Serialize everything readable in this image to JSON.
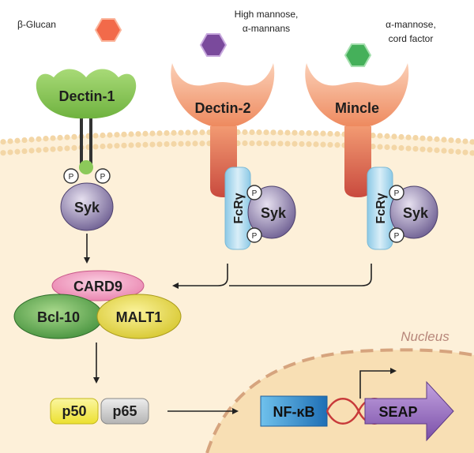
{
  "ligands": {
    "beta_glucan": "β-Glucan",
    "high_mannose_line1": "High mannose,",
    "high_mannose_line2": "α-mannans",
    "alpha_mannose_line1": "α-mannose,",
    "alpha_mannose_line2": "cord factor"
  },
  "receptors": {
    "dectin1": "Dectin-1",
    "dectin2": "Dectin-2",
    "mincle": "Mincle"
  },
  "adaptors": {
    "phospho": "P",
    "syk": "Syk",
    "fcry": "FcRγ"
  },
  "complex": {
    "card9": "CARD9",
    "bcl10": "Bcl-10",
    "malt1": "MALT1"
  },
  "nfkb_subunits": {
    "p50": "p50",
    "p65": "p65"
  },
  "nucleus": {
    "label": "Nucleus",
    "promoter": "NF-κB",
    "reporter": "SEAP"
  },
  "colors": {
    "cytoplasm": "#fdf0d9",
    "membrane_dot": "#f3d6a6",
    "dectin1": "#8cc95a",
    "dectin2_mincle_head": "#f08c5e",
    "syk": "#7f6fa0",
    "fcry": "#a9d8ef",
    "card9": "#ef86b1",
    "bcl10": "#4d9c44",
    "malt1": "#e5d641",
    "p50": "#f4ec3c",
    "p65": "#c7c7c7",
    "nfkb_box": "#2b84c6",
    "seap_arrow": "#8e63b5"
  }
}
